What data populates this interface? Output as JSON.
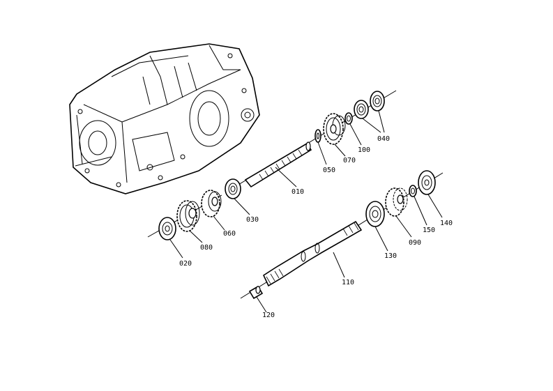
{
  "parts": {
    "p010": "010",
    "p020": "020",
    "p030": "030",
    "p040": "040",
    "p050": "050",
    "p060": "060",
    "p070": "070",
    "p080": "080",
    "p090": "090",
    "p100": "100",
    "p110": "110",
    "p120": "120",
    "p130": "130",
    "p140": "140",
    "p150": "150"
  }
}
